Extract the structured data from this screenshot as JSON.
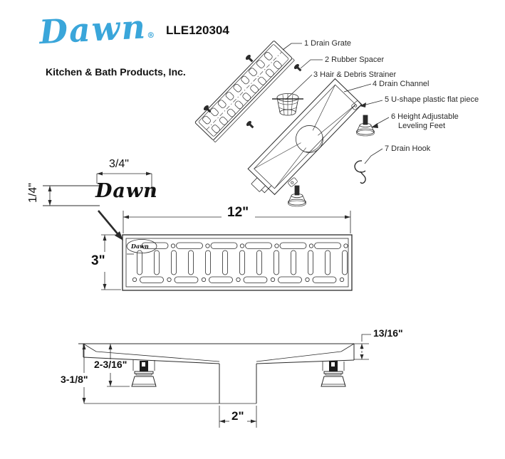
{
  "colors": {
    "brand_blue": "#3aa6da",
    "line": "#2b2b2b",
    "text": "#111111"
  },
  "header": {
    "brand": "Dawn",
    "registered": "®",
    "subtitle": "Kitchen & Bath Products, Inc.",
    "model": "LLE120304"
  },
  "exploded": {
    "parts": [
      "1 Drain Grate",
      "2 Rubber Spacer",
      "3 Hair & Debris Strainer",
      "4 Drain Channel",
      "5 U-shape plastic flat piece",
      "6 Height Adjustable",
      "Leveling Feet",
      "7 Drain Hook"
    ]
  },
  "detail_view": {
    "width_dim": "3/4\"",
    "height_dim": "1/4\"",
    "etched_logo": "Dawn"
  },
  "top_view": {
    "length_dim": "12\"",
    "width_dim": "3\"",
    "corner_logo": "Dawn"
  },
  "side_view": {
    "edge_height_dim": "13/16\"",
    "body_height_dim": "2-3/16\"",
    "total_height_dim": "3-1/8\"",
    "outlet_width_dim": "2\""
  }
}
